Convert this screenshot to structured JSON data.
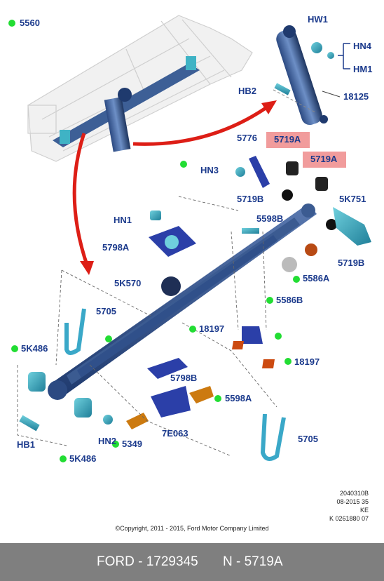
{
  "legend": {
    "marker_color": "#22dd33",
    "label": "5560"
  },
  "labels": {
    "hw1": "HW1",
    "hn4": "HN4",
    "hm1": "HM1",
    "hb2_top": "HB2",
    "p18125": "18125",
    "p5776": "5776",
    "p5719a_1": "5719A",
    "p5719a_2": "5719A",
    "hn3": "HN3",
    "p5719b_1": "5719B",
    "p5k751": "5K751",
    "p5598b": "5598B",
    "hn1": "HN1",
    "p5798a": "5798A",
    "p5719b_2": "5719B",
    "p5586a": "5586A",
    "p5k570": "5K570",
    "p5586b": "5586B",
    "p5705_1": "5705",
    "p18197_1": "18197",
    "p5k486_1": "5K486",
    "p18197_2": "18197",
    "p5798b": "5798B",
    "p5598a": "5598A",
    "p7e063": "7E063",
    "hb1": "HB1",
    "hn2": "HN2",
    "p5349": "5349",
    "p5705_2": "5705",
    "p5k486_2": "5K486"
  },
  "highlight_color": "#f19c9c",
  "label_color": "#1b3a8c",
  "meta": {
    "line1": "2040310B",
    "line2": "08-2015 35",
    "line3": "KE",
    "line4": "K 0261880 07"
  },
  "copyright": "©Copyright, 2011 - 2015, Ford Motor Company Limited",
  "footer": {
    "left": "FORD - 1729345",
    "right": "N - 5719A"
  }
}
